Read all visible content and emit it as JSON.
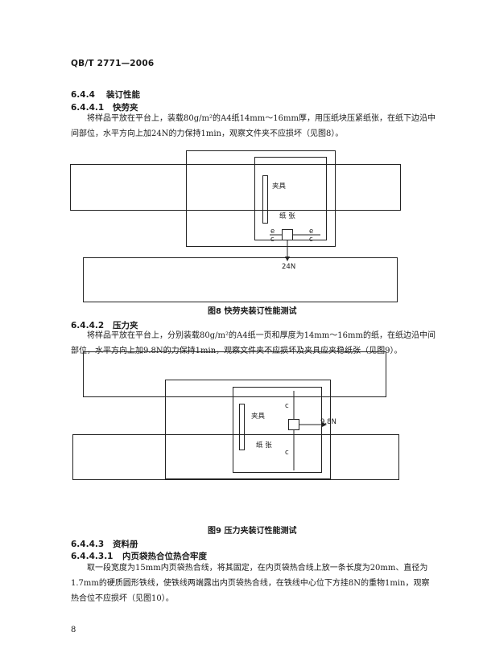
{
  "header": {
    "standard_id": "QB/T 2771—2006"
  },
  "s644": {
    "num": "6.4.4",
    "title": "装订性能"
  },
  "s6441": {
    "num": "6.4.4.1",
    "title": "快劳夹",
    "line1": "将样品平放在平台上，装载80g/m²的A4纸14mm～16mm厚，用压纸块压紧纸张，在纸下边沿中",
    "line2": "间部位，水平方向上加24N的力保持1min，观察文件夹不应损坏（见图8）。"
  },
  "fig8": {
    "label_clip": "夹具",
    "label_paper": "纸 张",
    "label_force": "24N",
    "caption": "图8  快劳夹装订性能测试"
  },
  "s6442": {
    "num": "6.4.4.2",
    "title": "压力夹",
    "line1": "将样品平放在平台上，分别装载80g/m²的A4纸一页和厚度为14mm～16mm的纸，在纸边沿中间",
    "line2": "部位，水平方向上加9.8N的力保持1min，观察文件夹不应损坏及夹具应夹稳纸张（见图9）。"
  },
  "fig9": {
    "label_clip": "夹具",
    "label_paper": "纸 张",
    "label_force": "9.8N",
    "caption": "图9  压力夹装订性能测试"
  },
  "s6443": {
    "num": "6.4.4.3",
    "title": "资料册"
  },
  "s64431": {
    "num": "6.4.4.3.1",
    "title": "内页袋热合位热合牢度",
    "line1": "取一段宽度为15mm内页袋热合线，将其固定，在内页袋热合线上放一条长度为20mm、直径为",
    "line2": "1.7mm的硬质圆形铁线，使铁线两端露出内页袋热合线，在铁线中心位下方挂8N的重物1min，观察",
    "line3": "热合位不应损坏（见图10）。"
  },
  "footer": {
    "page_number": "8"
  }
}
